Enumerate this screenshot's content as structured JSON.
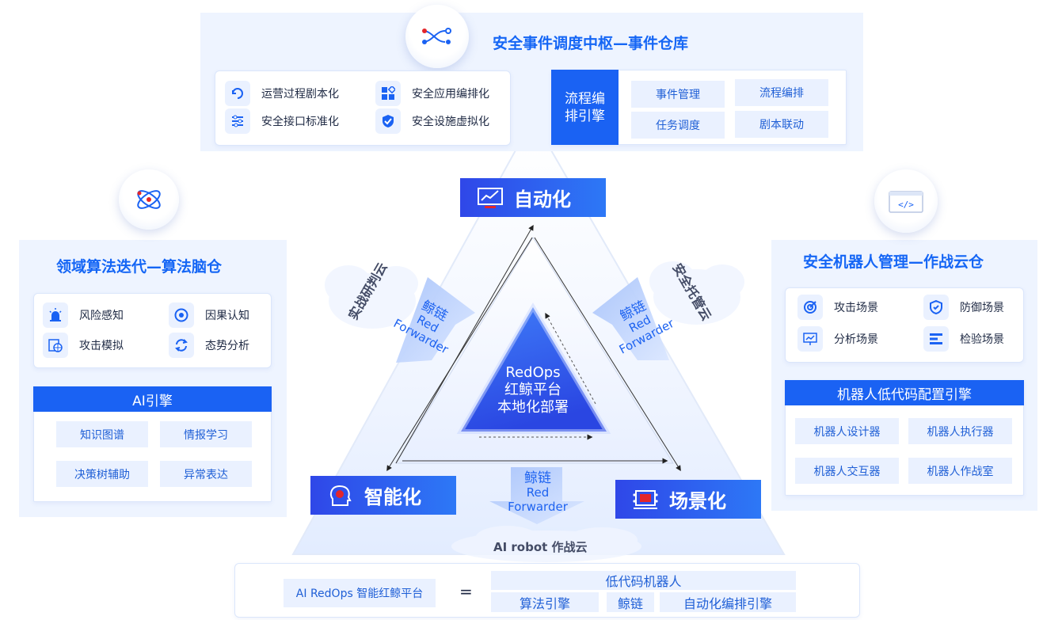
{
  "top": {
    "title": "安全事件调度中枢—事件仓库",
    "features": [
      "运营过程剧本化",
      "安全应用编排化",
      "安全接口标准化",
      "安全设施虚拟化"
    ],
    "engine_label": "流程编\n排引擎",
    "chips": [
      "事件管理",
      "流程编排",
      "任务调度",
      "剧本联动"
    ]
  },
  "left": {
    "title": "领域算法迭代—算法脑仓",
    "features": [
      "风险感知",
      "因果认知",
      "攻击模拟",
      "态势分析"
    ],
    "engine_label": "AI引擎",
    "chips": [
      "知识图谱",
      "情报学习",
      "决策树辅助",
      "异常表达"
    ]
  },
  "right": {
    "title": "安全机器人管理—作战云仓",
    "features": [
      "攻击场景",
      "防御场景",
      "分析场景",
      "检验场景"
    ],
    "engine_label": "机器人低代码配置引擎",
    "chips": [
      "机器人设计器",
      "机器人执行器",
      "机器人交互器",
      "机器人作战室"
    ]
  },
  "nodes": {
    "top": "自动化",
    "left": "智能化",
    "right": "场景化"
  },
  "center": {
    "line1": "RedOps",
    "line2": "红鲸平台",
    "line3": "本地化部署"
  },
  "arrows": {
    "cn": "鲸链",
    "en1": "Red",
    "en2": "Forwarder"
  },
  "clouds": {
    "left": "实战研判云",
    "right": "安全托管云",
    "bottom": "AI robot 作战云"
  },
  "bottom": {
    "platform": "AI RedOps 智能红鲸平台",
    "equals": "=",
    "top_chip": "低代码机器人",
    "chips": [
      "算法引擎",
      "鲸链",
      "自动化编排引擎"
    ]
  },
  "colors": {
    "primary": "#1a62f3",
    "panel": "#eef4ff",
    "chip": "#eaf1ff",
    "title": "#1566f5",
    "red": "#e3262b"
  },
  "icons": {
    "top_badge": "workflow-icon",
    "left_badge": "atom-icon",
    "right_badge": "code-window-icon"
  }
}
